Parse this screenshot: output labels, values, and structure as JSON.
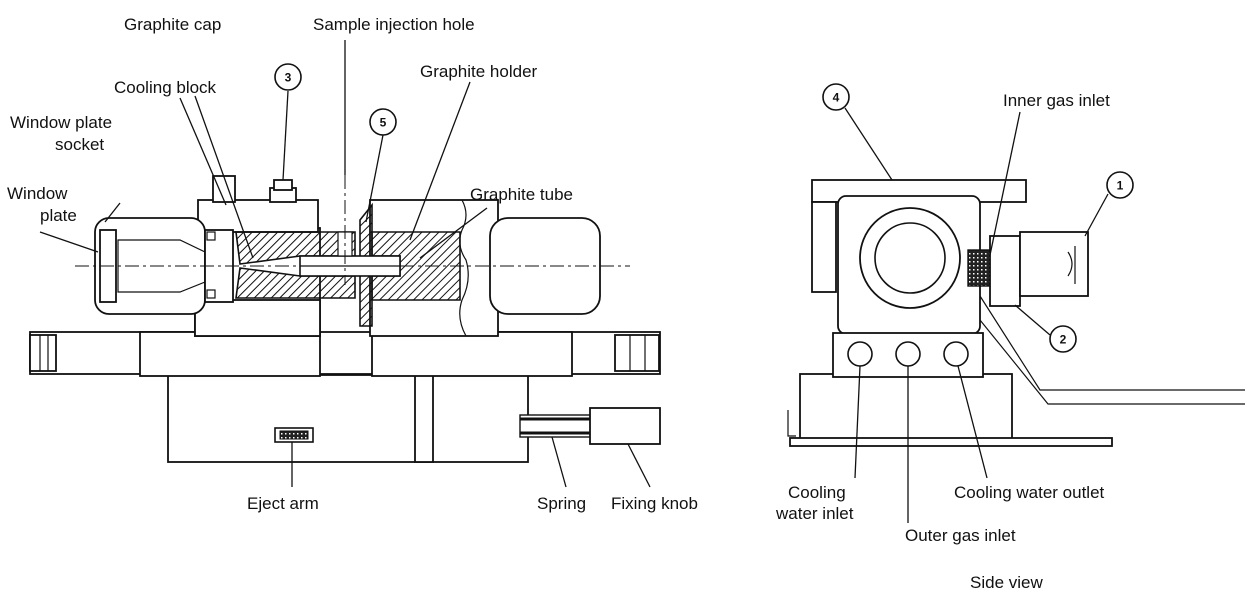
{
  "labels": {
    "graphite_cap": "Graphite cap",
    "sample_injection_hole": "Sample injection hole",
    "cooling_block": "Cooling block",
    "graphite_holder": "Graphite holder",
    "window_plate_socket_line1": "Window plate",
    "window_plate_socket_line2": "socket",
    "graphite_tube": "Graphite tube",
    "window_plate_line1": "Window",
    "window_plate_line2": "plate",
    "eject_arm": "Eject arm",
    "spring": "Spring",
    "fixing_knob": "Fixing knob",
    "inner_gas_inlet": "Inner gas inlet",
    "cooling_water_inlet_line1": "Cooling",
    "cooling_water_inlet_line2": "water inlet",
    "outer_gas_inlet": "Outer gas inlet",
    "cooling_water_outlet": "Cooling water outlet",
    "side_view": "Side view"
  },
  "callouts": {
    "c1": "1",
    "c2": "2",
    "c3": "3",
    "c4": "4",
    "c5": "5"
  }
}
